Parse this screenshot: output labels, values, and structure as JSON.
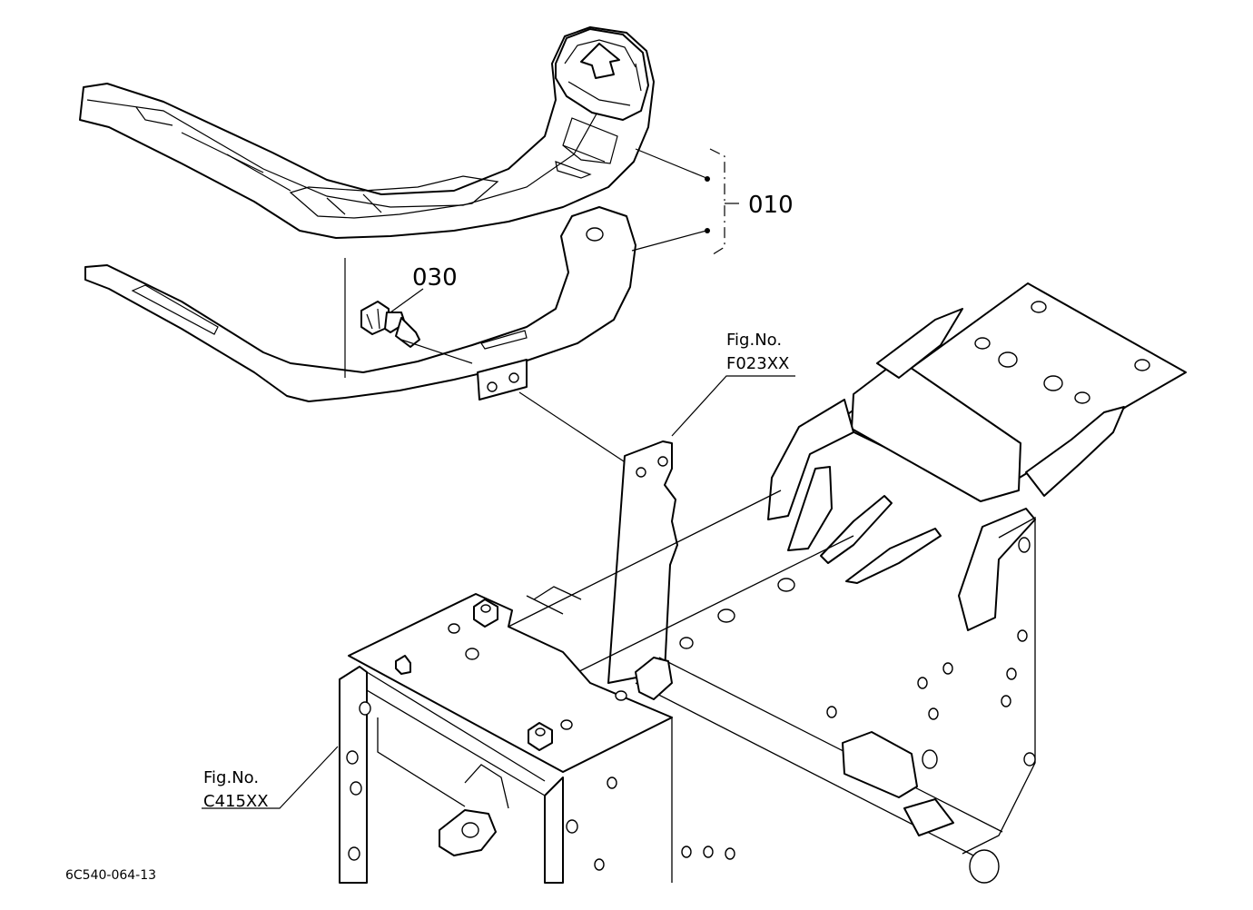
{
  "callouts": {
    "part_010": "010",
    "part_030": "030"
  },
  "references": {
    "fig_no_top": "Fig.No.",
    "fig_code_top": "F023XX",
    "fig_no_left": "Fig.No.",
    "fig_code_left": "C415XX"
  },
  "drawing_id": "6C540-064-13",
  "colors": {
    "line": "#000000",
    "background": "#ffffff"
  }
}
